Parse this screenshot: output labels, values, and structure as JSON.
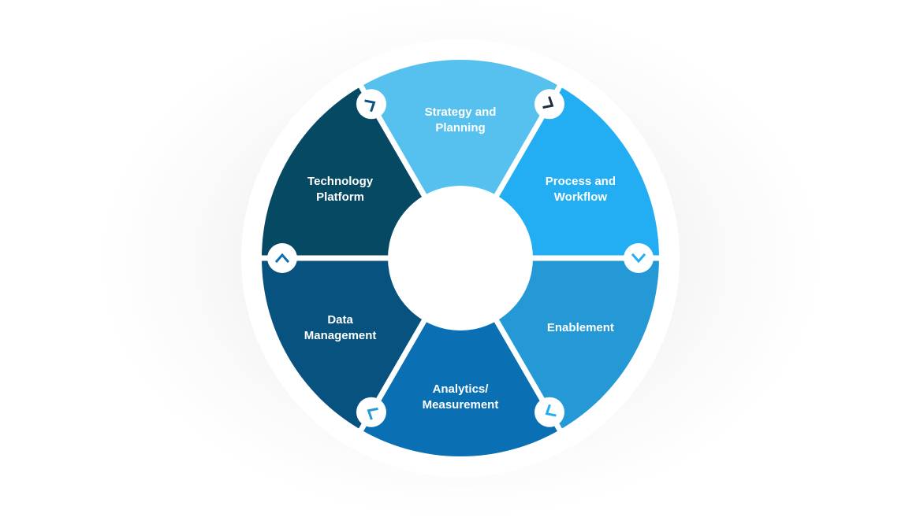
{
  "segments": [
    {
      "id": "strategy",
      "lines": [
        "Strategy and",
        "Planning"
      ],
      "color": "#56c1ee"
    },
    {
      "id": "process",
      "lines": [
        "Process and",
        "Workflow"
      ],
      "color": "#23adf3"
    },
    {
      "id": "enablement",
      "lines": [
        "Enablement"
      ],
      "color": "#2499d6"
    },
    {
      "id": "analytics",
      "lines": [
        "Analytics/",
        "Measurement"
      ],
      "color": "#0a70b3"
    },
    {
      "id": "data",
      "lines": [
        "Data",
        "Management"
      ],
      "color": "#07527e"
    },
    {
      "id": "technology",
      "lines": [
        "Technology",
        "Platform"
      ],
      "color": "#064962"
    }
  ],
  "connectors": [
    {
      "name": "chevron-right-icon",
      "color": "#1e2e3e"
    },
    {
      "name": "chevron-down-icon",
      "color": "#23adf3"
    },
    {
      "name": "chevron-down-icon",
      "color": "#23adf3"
    },
    {
      "name": "chevron-left-icon",
      "color": "#2499d6"
    },
    {
      "name": "chevron-up-icon",
      "color": "#0a70b3"
    },
    {
      "name": "chevron-up-icon",
      "color": "#07527e"
    }
  ]
}
